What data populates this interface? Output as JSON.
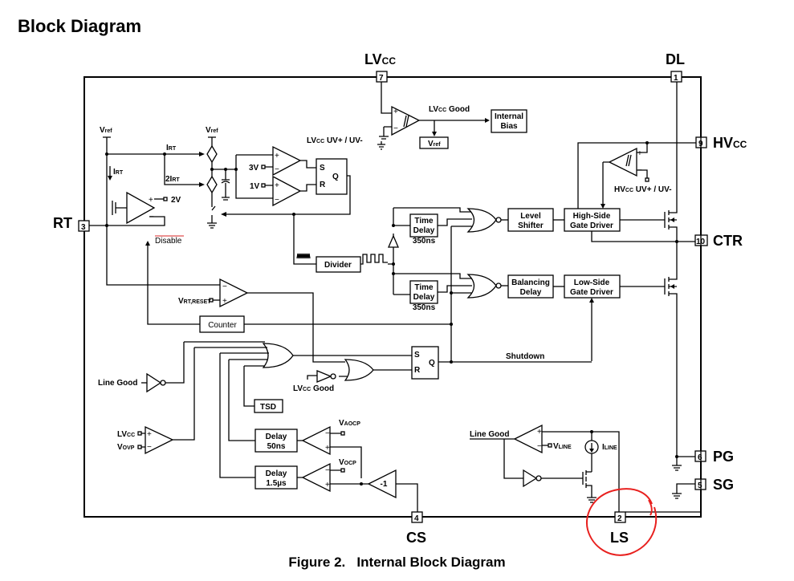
{
  "heading": "Block Diagram",
  "caption": "Figure 2.   Internal Block Diagram",
  "annotation": {
    "color": "#e8201e",
    "target_pin": "LS"
  },
  "pins": [
    {
      "num": "7",
      "name": "LV",
      "sub": "CC"
    },
    {
      "num": "1",
      "name": "DL",
      "sub": ""
    },
    {
      "num": "9",
      "name": "HV",
      "sub": "CC"
    },
    {
      "num": "10",
      "name": "CTR",
      "sub": ""
    },
    {
      "num": "3",
      "name": "RT",
      "sub": ""
    },
    {
      "num": "6",
      "name": "PG",
      "sub": ""
    },
    {
      "num": "5",
      "name": "SG",
      "sub": ""
    },
    {
      "num": "4",
      "name": "CS",
      "sub": ""
    },
    {
      "num": "2",
      "name": "LS",
      "sub": ""
    }
  ],
  "blocks": {
    "internal_bias": [
      "Internal",
      "Bias"
    ],
    "vref": {
      "main": "V",
      "sub": "ref"
    },
    "sr_latch_osc": {
      "s": "S",
      "r": "R",
      "q": "Q"
    },
    "divider": "Divider",
    "time_delay_1": [
      "Time",
      "Delay",
      "350ns"
    ],
    "time_delay_2": [
      "Time",
      "Delay",
      "350ns"
    ],
    "level_shifter": [
      "Level",
      "Shifter"
    ],
    "balancing_delay": [
      "Balancing",
      "Delay"
    ],
    "high_side_driver": [
      "High-Side",
      "Gate Driver"
    ],
    "low_side_driver": [
      "Low-Side",
      "Gate Driver"
    ],
    "counter": "Counter",
    "sr_latch_fault": {
      "s": "S",
      "r": "R",
      "q": "Q"
    },
    "tsd": "TSD",
    "delay_50ns": [
      "Delay",
      "50ns"
    ],
    "delay_1_5us": [
      "Delay",
      "1.5µs"
    ],
    "inverter_gain": "-1"
  },
  "labels": {
    "lvcc_good": {
      "main": "LV",
      "sub": "CC",
      "rest": " Good"
    },
    "lvcc_uv": {
      "main": "LV",
      "sub": "CC",
      "rest": " UV+ / UV-"
    },
    "hvcc_uv": {
      "main": "HV",
      "sub": "CC",
      "rest": " UV+ / UV-"
    },
    "vref_1": {
      "main": "V",
      "sub": "ref"
    },
    "vref_2": {
      "main": "V",
      "sub": "ref"
    },
    "irt_1": {
      "main": "I",
      "sub": "RT"
    },
    "irt_2": {
      "main": "I",
      "sub": "RT"
    },
    "two_irt": {
      "main": "2I",
      "sub": "RT"
    },
    "v3": "3V",
    "v1": "1V",
    "v2": "2V",
    "disable": "Disable",
    "vrt_reset": {
      "main": "V",
      "sub": "RT,RESET"
    },
    "line_good_in": "Line Good",
    "lvcc_good_2": {
      "main": "LV",
      "sub": "CC",
      "rest": " Good"
    },
    "lvcc_ovp_plus": {
      "main": "LV",
      "sub": "CC"
    },
    "vovp": {
      "main": "V",
      "sub": "OVP"
    },
    "vaocp": {
      "main": "V",
      "sub": "AOCP"
    },
    "vocp": {
      "main": "V",
      "sub": "OCP"
    },
    "shutdown": "Shutdown",
    "line_good_out": "Line Good",
    "vline": {
      "main": "V",
      "sub": "LINE"
    },
    "iline": {
      "main": "I",
      "sub": "LINE"
    },
    "plus": "+",
    "minus": "-"
  }
}
